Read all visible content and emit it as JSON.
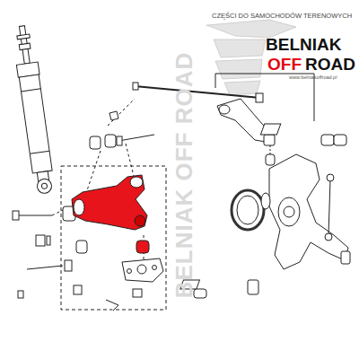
{
  "diagram": {
    "labels": [
      "CZĘŚCI DO SAMOCHODÓW TERENOWYCH",
      "BELNIAK",
      "OFF",
      "ROAD",
      "www.belniakoffroad.pl",
      "BELNIAK OFF ROAD"
    ]
  }
}
